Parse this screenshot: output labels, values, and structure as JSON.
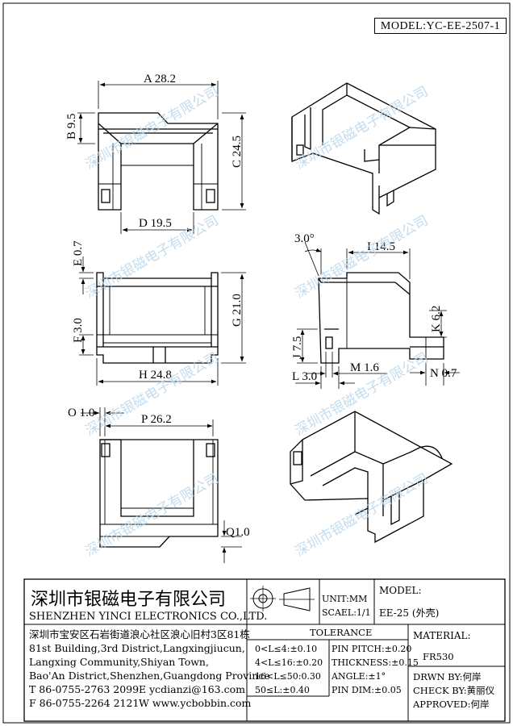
{
  "header": {
    "model_code": "MODEL:YC-EE-2507-1"
  },
  "dimensions": {
    "A": "A 28.2",
    "B": "B 9.5",
    "C": "C 24.5",
    "D": "D 19.5",
    "E": "E 0.7",
    "F": "F 3.0",
    "G": "G 21.0",
    "H": "H 24.8",
    "angle": "3.0°",
    "I": "I 14.5",
    "J": "J 7.5",
    "K": "K 6.2",
    "L": "L 3.0",
    "M": "M 1.6",
    "N": "N 0.7",
    "O": "O 1.0",
    "P": "P 26.2",
    "Q": "Q1.0"
  },
  "watermark": "深圳市银磁电子有限公司",
  "title_block": {
    "company_cn": "深圳市银磁电子有限公司",
    "company_en": "SHENZHEN YINCI ELECTRONICS CO.,LTD.",
    "address_lines": [
      "深圳市宝安区石岩街道浪心社区浪心旧村3区81栋",
      "81st Building,3rd District,Langxingjiucun,",
      "Langxing Community,Shiyan Town,",
      "Bao'An District,Shenzhen,Guangdong Province"
    ],
    "tel": "T 86-0755-2763 2099",
    "fax": "F 86-0755-2264 2121",
    "email": "E ycdianzi@163.com",
    "web": "W www.ycbobbin.com",
    "unit": "UNIT:MM",
    "scale": "SCAEL:1/1",
    "model_label": "MODEL:",
    "model_value": "EE-25 (外壳)",
    "tolerance_label": "TOLERANCE",
    "tolerances_left": [
      "0<L≤4:±0.10",
      "4<L≤16:±0.20",
      "16<L≤50:0.30",
      "50≤L:±0.40"
    ],
    "tolerances_right": [
      "PIN PITCH:±0.20",
      "THICKNESS:±0.15",
      "ANGLE:±1°",
      "PIN DIM:±0.05"
    ],
    "material_label": "MATERIAL:",
    "material_value": "FR530",
    "drawn_by": "DRWN BY:何岸",
    "check_by": "CHECK BY:黄丽仪",
    "approved": "APPROVED:何岸"
  }
}
